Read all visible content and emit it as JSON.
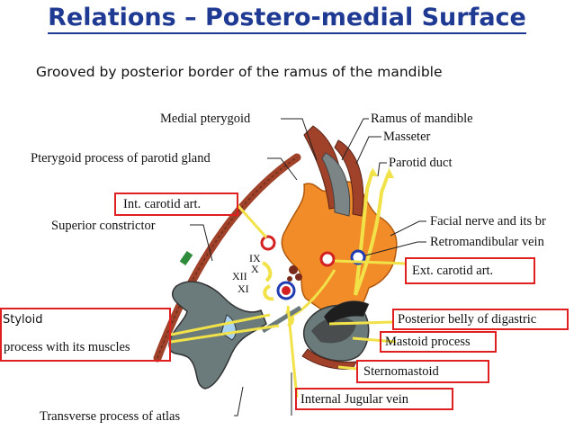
{
  "title": "Relations – Postero-medial Surface",
  "subtitle": "Grooved by posterior  border of the ramus of the mandible",
  "labels": {
    "medial_pterygoid": "Medial pterygoid",
    "ramus": "Ramus of mandible",
    "masseter": "Masseter",
    "pterygoid_process": "Pterygoid process of parotid gland",
    "parotid_duct": "Parotid duct",
    "int_carotid": "Int. carotid art.",
    "facial_nerve": "Facial nerve and its br",
    "superior_constrictor": "Superior constrictor",
    "retromandibular_vein": "Retromandibular vein",
    "ext_carotid": "Ext. carotid art.",
    "styloid_line1": "Styloid",
    "styloid_line2": "process with its muscles",
    "posterior_belly": "Posterior belly of digastric",
    "mastoid_process": "Mastoid process",
    "sternomastoid": "Sternomastoid",
    "internal_jugular": "Internal Jugular vein",
    "transverse_process": "Transverse process of atlas"
  },
  "nerves": {
    "ix": "IX",
    "x": "X",
    "xii": "XII",
    "xi": "XI"
  },
  "colors": {
    "title": "#1F3A93",
    "parotid": "#F28C28",
    "highlight_box": "#E02020",
    "muscle": "#A0412A",
    "bone": "#6B7B7B",
    "nerve": "#F2E24A",
    "artery_red": "#D42020",
    "vein_blue": "#1F3DB0"
  }
}
